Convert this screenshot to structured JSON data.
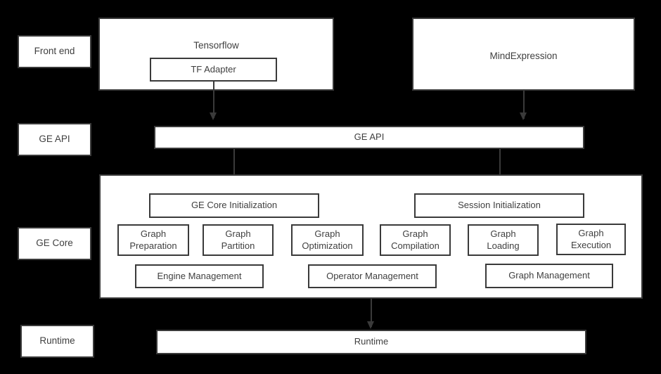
{
  "diagram": {
    "title": "GE architecture layered diagram",
    "background_color": "#000000",
    "box_fill": "#ffffff",
    "border_color": "#3a3a3a",
    "text_color": "#3f3f3f"
  },
  "layer_labels": [
    {
      "id": "front-end",
      "label": "Front end"
    },
    {
      "id": "ge-api",
      "label": "GE API"
    },
    {
      "id": "ge-core",
      "label": "GE Core"
    },
    {
      "id": "runtime",
      "label": "Runtime"
    }
  ],
  "frontend": {
    "tensorflow": {
      "label": "Tensorflow"
    },
    "tf_adapter": {
      "label": "TF Adapter"
    },
    "mindexpression": {
      "label": "MindExpression"
    }
  },
  "ge_api_bar": {
    "label": "GE API"
  },
  "ge_core": {
    "init_boxes": [
      {
        "id": "ge-core-initialization",
        "label": "GE Core Initialization"
      },
      {
        "id": "session-initialization",
        "label": "Session Initialization"
      }
    ],
    "modules": [
      {
        "id": "graph-preparation",
        "label": "Graph\nPreparation"
      },
      {
        "id": "graph-partition",
        "label": "Graph\nPartition"
      },
      {
        "id": "graph-optimization",
        "label": "Graph\nOptimization"
      },
      {
        "id": "graph-compilation",
        "label": "Graph\nCompilation"
      },
      {
        "id": "graph-loading",
        "label": "Graph\nLoading"
      },
      {
        "id": "graph-execution",
        "label": "Graph\nExecution"
      }
    ],
    "management": [
      {
        "id": "engine-management",
        "label": "Engine Management"
      },
      {
        "id": "operator-management",
        "label": "Operator Management"
      },
      {
        "id": "graph-management",
        "label": "Graph Management"
      }
    ]
  },
  "runtime_bar": {
    "label": "Runtime"
  },
  "connectors": [
    {
      "id": "tf-adapter-to-ge-api",
      "from": "tf_adapter",
      "to": "ge_api_bar"
    },
    {
      "id": "mindexpression-to-ge-api",
      "from": "mindexpression",
      "to": "ge_api_bar"
    },
    {
      "id": "ge-api-to-core-init",
      "from": "ge_api_bar",
      "to": "ge-core-initialization"
    },
    {
      "id": "ge-api-to-session-init",
      "from": "ge_api_bar",
      "to": "session-initialization"
    },
    {
      "id": "ge-core-to-runtime",
      "from": "ge_core",
      "to": "runtime_bar"
    }
  ]
}
